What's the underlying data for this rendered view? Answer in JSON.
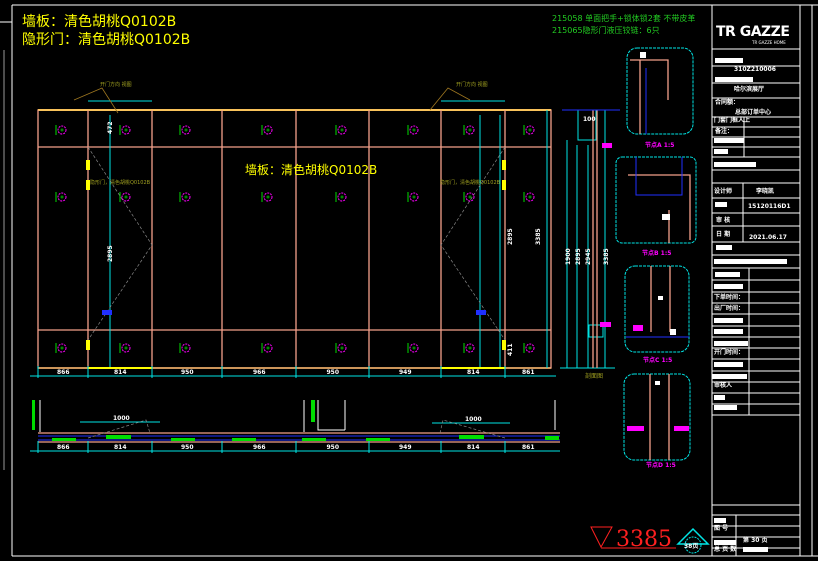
{
  "notes": {
    "wall_panel": "墙板：清色胡桃Q0102B",
    "hidden_door": "隐形门：清色胡桃Q0102B",
    "center_label": "墙板：清色胡桃Q0102B",
    "door_label_left": "隐形门，清色胡桃Q0102B",
    "door_label_right": "隐形门，清色胡桃Q0102B",
    "hardware_1": "215058 单面把手+锁体锁2套 不带皮革",
    "hardware_2": "215065隐形门液压铰链：6只",
    "swing_label": "开门方向 视图"
  },
  "elevation": {
    "widths": [
      "866",
      "814",
      "950",
      "966",
      "950",
      "949",
      "814",
      "861"
    ],
    "plan_widths": [
      "866",
      "814",
      "950",
      "966",
      "950",
      "949",
      "814",
      "861"
    ],
    "height_total": "3385",
    "height_mid": "2895",
    "height_top": "472",
    "height_bottom": "411",
    "door_open": "1000",
    "section_label": "剖面图",
    "section_dims": [
      "1900",
      "2895",
      "2945",
      "3385"
    ],
    "section_top": "100"
  },
  "details": [
    "节点A 1:5",
    "节点B 1:5",
    "节点C 1:5",
    "节点D 1:5"
  ],
  "level_mark": "3385",
  "page_badge": "38页",
  "title_block": {
    "logo": "TR GAZZE",
    "logo_sub": "TR GAZZE HOME",
    "project_no": "310Z210006",
    "project_name": "哈尔滨展厅",
    "client_label": "合同额：",
    "client": "总部订单中心",
    "doors_label": "门套门框人上",
    "remark_label": "备注：",
    "designer_label": "设计师",
    "designer": "李晓凯",
    "code": "15120116D1",
    "review_label": "审 核",
    "date_label": "日 期",
    "date": "2021.06.17",
    "row_labels": [
      "下单时间：",
      "出厂时间：",
      "开门时间：",
      "审核人"
    ],
    "sheet_label": "图 号",
    "total_label": "总 页 数",
    "sheet": "第 30 页"
  },
  "colors": {
    "wall": "#f4a08a",
    "dim": "#00e5e5",
    "note": "#ffff00",
    "green": "#00dd00",
    "magenta": "#ff00ff",
    "red": "#ff2020"
  }
}
